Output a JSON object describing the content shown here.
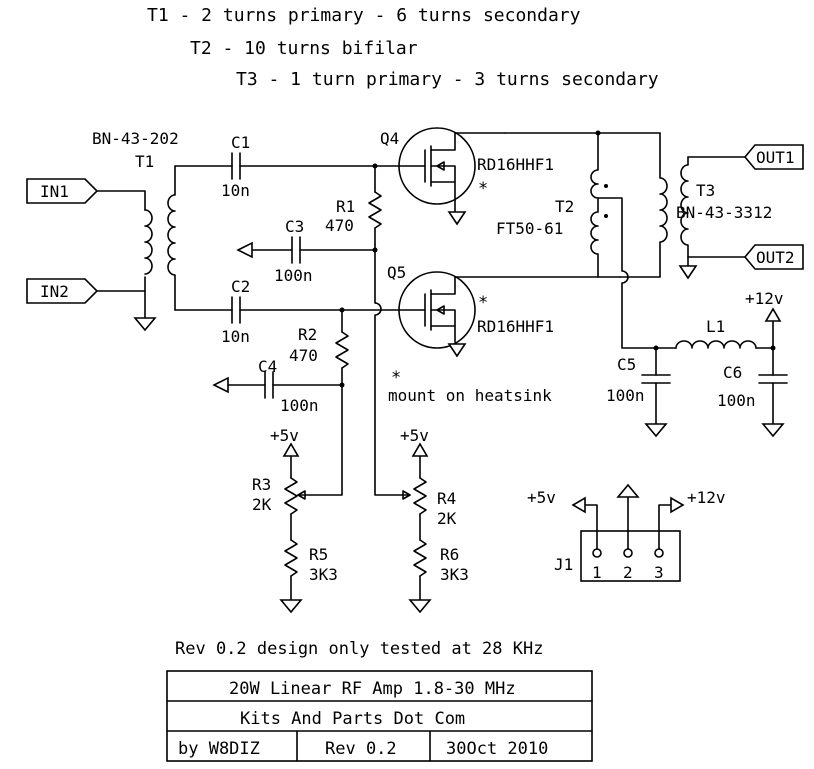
{
  "notes": {
    "t1": "T1 - 2 turns primary - 6 turns secondary",
    "t2": "T2 - 10 turns bifilar",
    "t3": "T3 - 1 turn primary - 3 turns secondary",
    "heatsink": "mount on heatsink",
    "star": "*",
    "rev_note": "Rev 0.2 design only tested at 28 KHz"
  },
  "ports": {
    "in1": "IN1",
    "in2": "IN2",
    "out1": "OUT1",
    "out2": "OUT2"
  },
  "parts": {
    "t1_core": "BN-43-202",
    "t1": "T1",
    "c1": "C1",
    "c1_val": "10n",
    "c2": "C2",
    "c2_val": "10n",
    "c3": "C3",
    "c3_val": "100n",
    "c4": "C4",
    "c4_val": "100n",
    "c5": "C5",
    "c5_val": "100n",
    "c6": "C6",
    "c6_val": "100n",
    "r1": "R1",
    "r1_val": "470",
    "r2": "R2",
    "r2_val": "470",
    "r3": "R3",
    "r3_val": "2K",
    "r4": "R4",
    "r4_val": "2K",
    "r5": "R5",
    "r5_val": "3K3",
    "r6": "R6",
    "r6_val": "3K3",
    "q4": "Q4",
    "q4_type": "RD16HHF1",
    "q5": "Q5",
    "q5_type": "RD16HHF1",
    "t2": "T2",
    "t2_core": "FT50-61",
    "t3": "T3",
    "t3_core": "BN-43-3312",
    "l1": "L1",
    "j1": "J1",
    "j1_pins": [
      "1",
      "2",
      "3"
    ]
  },
  "supply": {
    "v5_a": "+5v",
    "v5_b": "+5v",
    "v5_j1": "+5v",
    "v12_l1": "+12v",
    "v12_j1": "+12v"
  },
  "title_block": {
    "title": "20W Linear RF Amp 1.8-30 MHz",
    "company": "Kits And Parts Dot Com",
    "author": "by W8DIZ",
    "rev": "Rev 0.2",
    "date": "30Oct 2010"
  }
}
